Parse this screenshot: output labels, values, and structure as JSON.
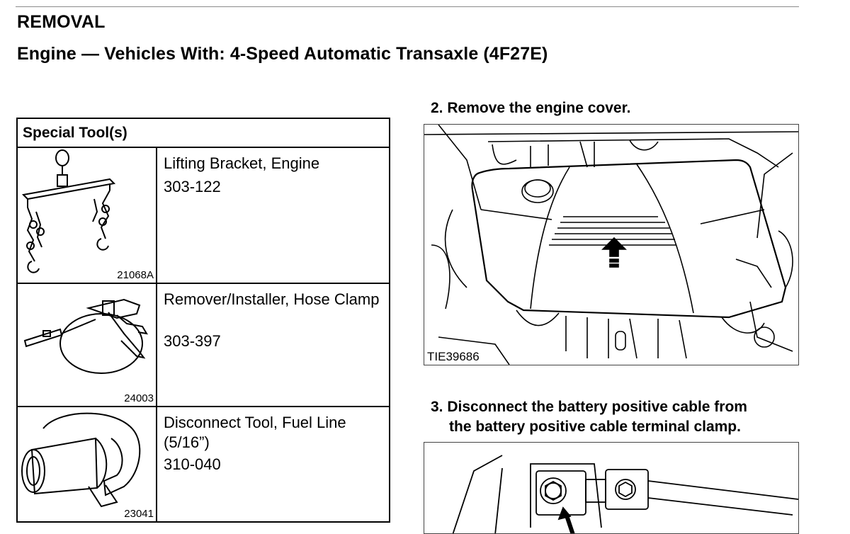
{
  "heading": "REMOVAL",
  "subheading": "Engine — Vehicles With: 4-Speed Automatic Transaxle (4F27E)",
  "special_tools": {
    "header": "Special Tool(s)",
    "items": [
      {
        "image_code": "21068A",
        "name": "Lifting Bracket, Engine",
        "number": "303-122",
        "icon": "lifting-bracket-illustration"
      },
      {
        "image_code": "24003",
        "name": "Remover/Installer, Hose Clamp",
        "number": "303-397",
        "icon": "hose-clamp-tool-illustration"
      },
      {
        "image_code": "23041",
        "name": "Disconnect Tool, Fuel Line (5/16”)",
        "number": "310-040",
        "icon": "fuel-line-disconnect-tool-illustration"
      }
    ]
  },
  "steps": [
    {
      "text": "2. Remove the engine cover.",
      "figure_label": "TIE39686"
    },
    {
      "text_line1": "3. Disconnect the battery positive cable from",
      "text_line2": "the battery positive cable terminal clamp."
    }
  ]
}
